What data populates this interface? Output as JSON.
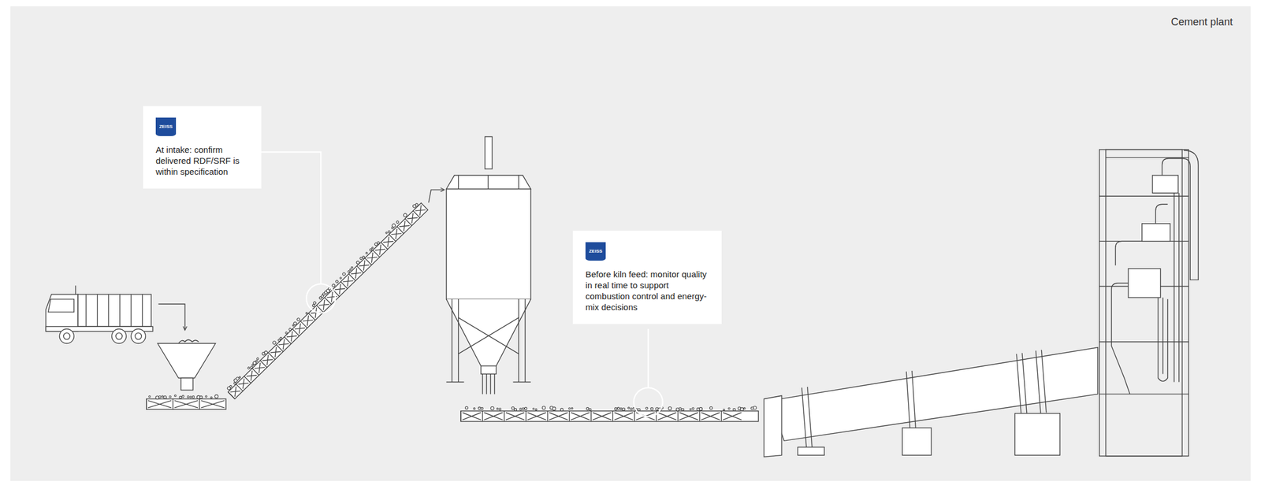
{
  "diagram": {
    "nodes": [
      {
        "text": [
          "ZEISS",
          "At intake: confirm delivered RDF/SRF is within specification"
        ]
      },
      {
        "text": [
          "ZEISS",
          "Before kiln feed: monitor quality in real time to support combustion control and energy-mix decisions"
        ]
      }
    ],
    "labels": [
      "Cement plant"
    ]
  }
}
